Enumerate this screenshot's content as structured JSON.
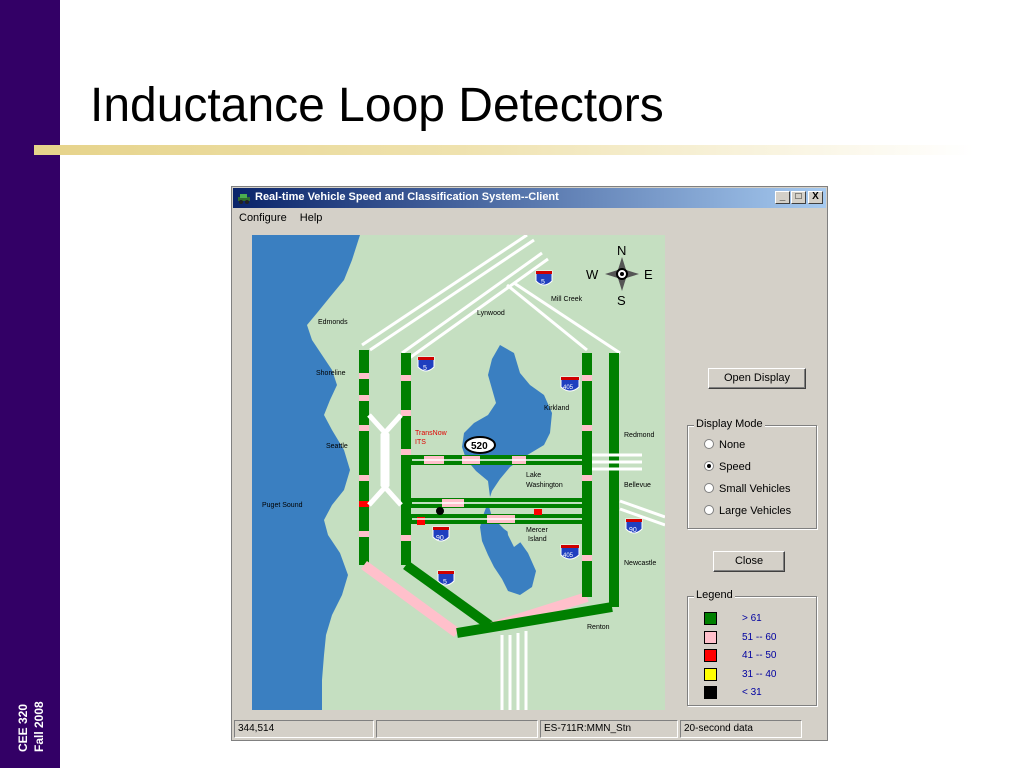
{
  "slide": {
    "title": "Inductance Loop Detectors",
    "course": "CEE 320",
    "term": "Fall  2008"
  },
  "window": {
    "title": "Real-time Vehicle Speed and Classification System--Client",
    "controls": {
      "minimize": "_",
      "maximize": "□",
      "close": "X"
    },
    "menu": [
      "Configure",
      "Help"
    ]
  },
  "map": {
    "compass": {
      "n": "N",
      "s": "S",
      "e": "E",
      "w": "W"
    },
    "places": {
      "edmonds": "Edmonds",
      "lynnwood": "Lynwood",
      "mill_creek": "Mill Creek",
      "shoreline": "Shoreline",
      "kirkland": "Kirkland",
      "redmond": "Redmond",
      "seattle": "Seattle",
      "bellevue": "Bellevue",
      "puget_sound": "Puget Sound",
      "lake_washington_1": "Lake",
      "lake_washington_2": "Washington",
      "mercer_1": "Mercer",
      "mercer_2": "Island",
      "newcastle": "Newcastle",
      "renton": "Renton",
      "transnow_1": "TransNow",
      "transnow_2": "ITS"
    },
    "shields": {
      "i5": "5",
      "i405": "405",
      "i90": "90",
      "sr520": "520"
    }
  },
  "controls": {
    "open_display": "Open Display",
    "display_mode": {
      "title": "Display Mode",
      "options": [
        "None",
        "Speed",
        "Small Vehicles",
        "Large Vehicles"
      ],
      "selected": "Speed"
    },
    "close": "Close"
  },
  "legend": {
    "title": "Legend",
    "items": [
      {
        "label": "> 61",
        "color": "#008000"
      },
      {
        "label": "51 -- 60",
        "color": "#ffc0cb"
      },
      {
        "label": "41 -- 50",
        "color": "#ff0000"
      },
      {
        "label": "31 -- 40",
        "color": "#ffff00"
      },
      {
        "label": "< 31",
        "color": "#000000"
      }
    ]
  },
  "status": {
    "coords": "344,514",
    "empty": "",
    "station": "ES-711R:MMN_Stn",
    "interval": "20-second data"
  },
  "colors": {
    "water": "#3a7fc1",
    "land": "#c5dfc1",
    "freeway_fast": "#008000",
    "freeway_slow": "#ffc0cb",
    "sidebar": "#330066",
    "titlebar": "#0a246a"
  }
}
